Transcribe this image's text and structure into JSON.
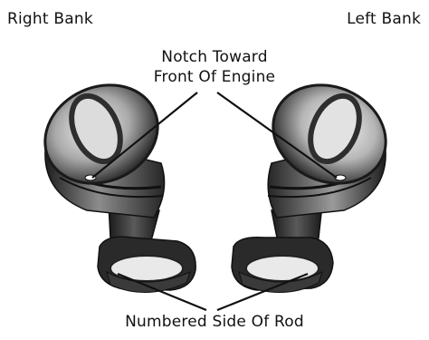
{
  "labels": {
    "right_bank": "Right Bank",
    "left_bank": "Left Bank",
    "notch_line1": "Notch Toward",
    "notch_line2": "Front Of Engine",
    "rod_side": "Numbered Side Of Rod"
  },
  "colors": {
    "ink": "#111111",
    "metal_dark": "#2a2a2a",
    "metal_mid": "#6b6b6b",
    "metal_light": "#d8d8d8",
    "background": "#ffffff"
  }
}
